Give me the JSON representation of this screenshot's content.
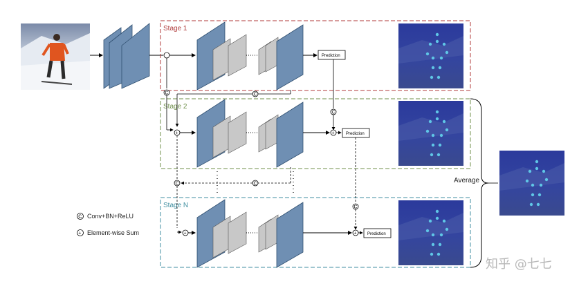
{
  "stages": {
    "stage1": "Stage 1",
    "stage2": "Stage 2",
    "stageN": "Stage N"
  },
  "prediction_label": "Prediction",
  "legend": {
    "conv_symbol": "C",
    "conv_label": "Conv+BN+ReLU",
    "sum_symbol": "+",
    "sum_label": "Element-wise Sum"
  },
  "average_label": "Average",
  "watermark": "知乎 @七七",
  "colors": {
    "stage1_border": "#b03a3a",
    "stage2_border": "#6f8f4a",
    "stageN_border": "#3f8ea0",
    "feature_block": "#6f8fb3",
    "feature_gray": "#c8c8c8",
    "heatmap_bg": "#2e3f9a"
  }
}
